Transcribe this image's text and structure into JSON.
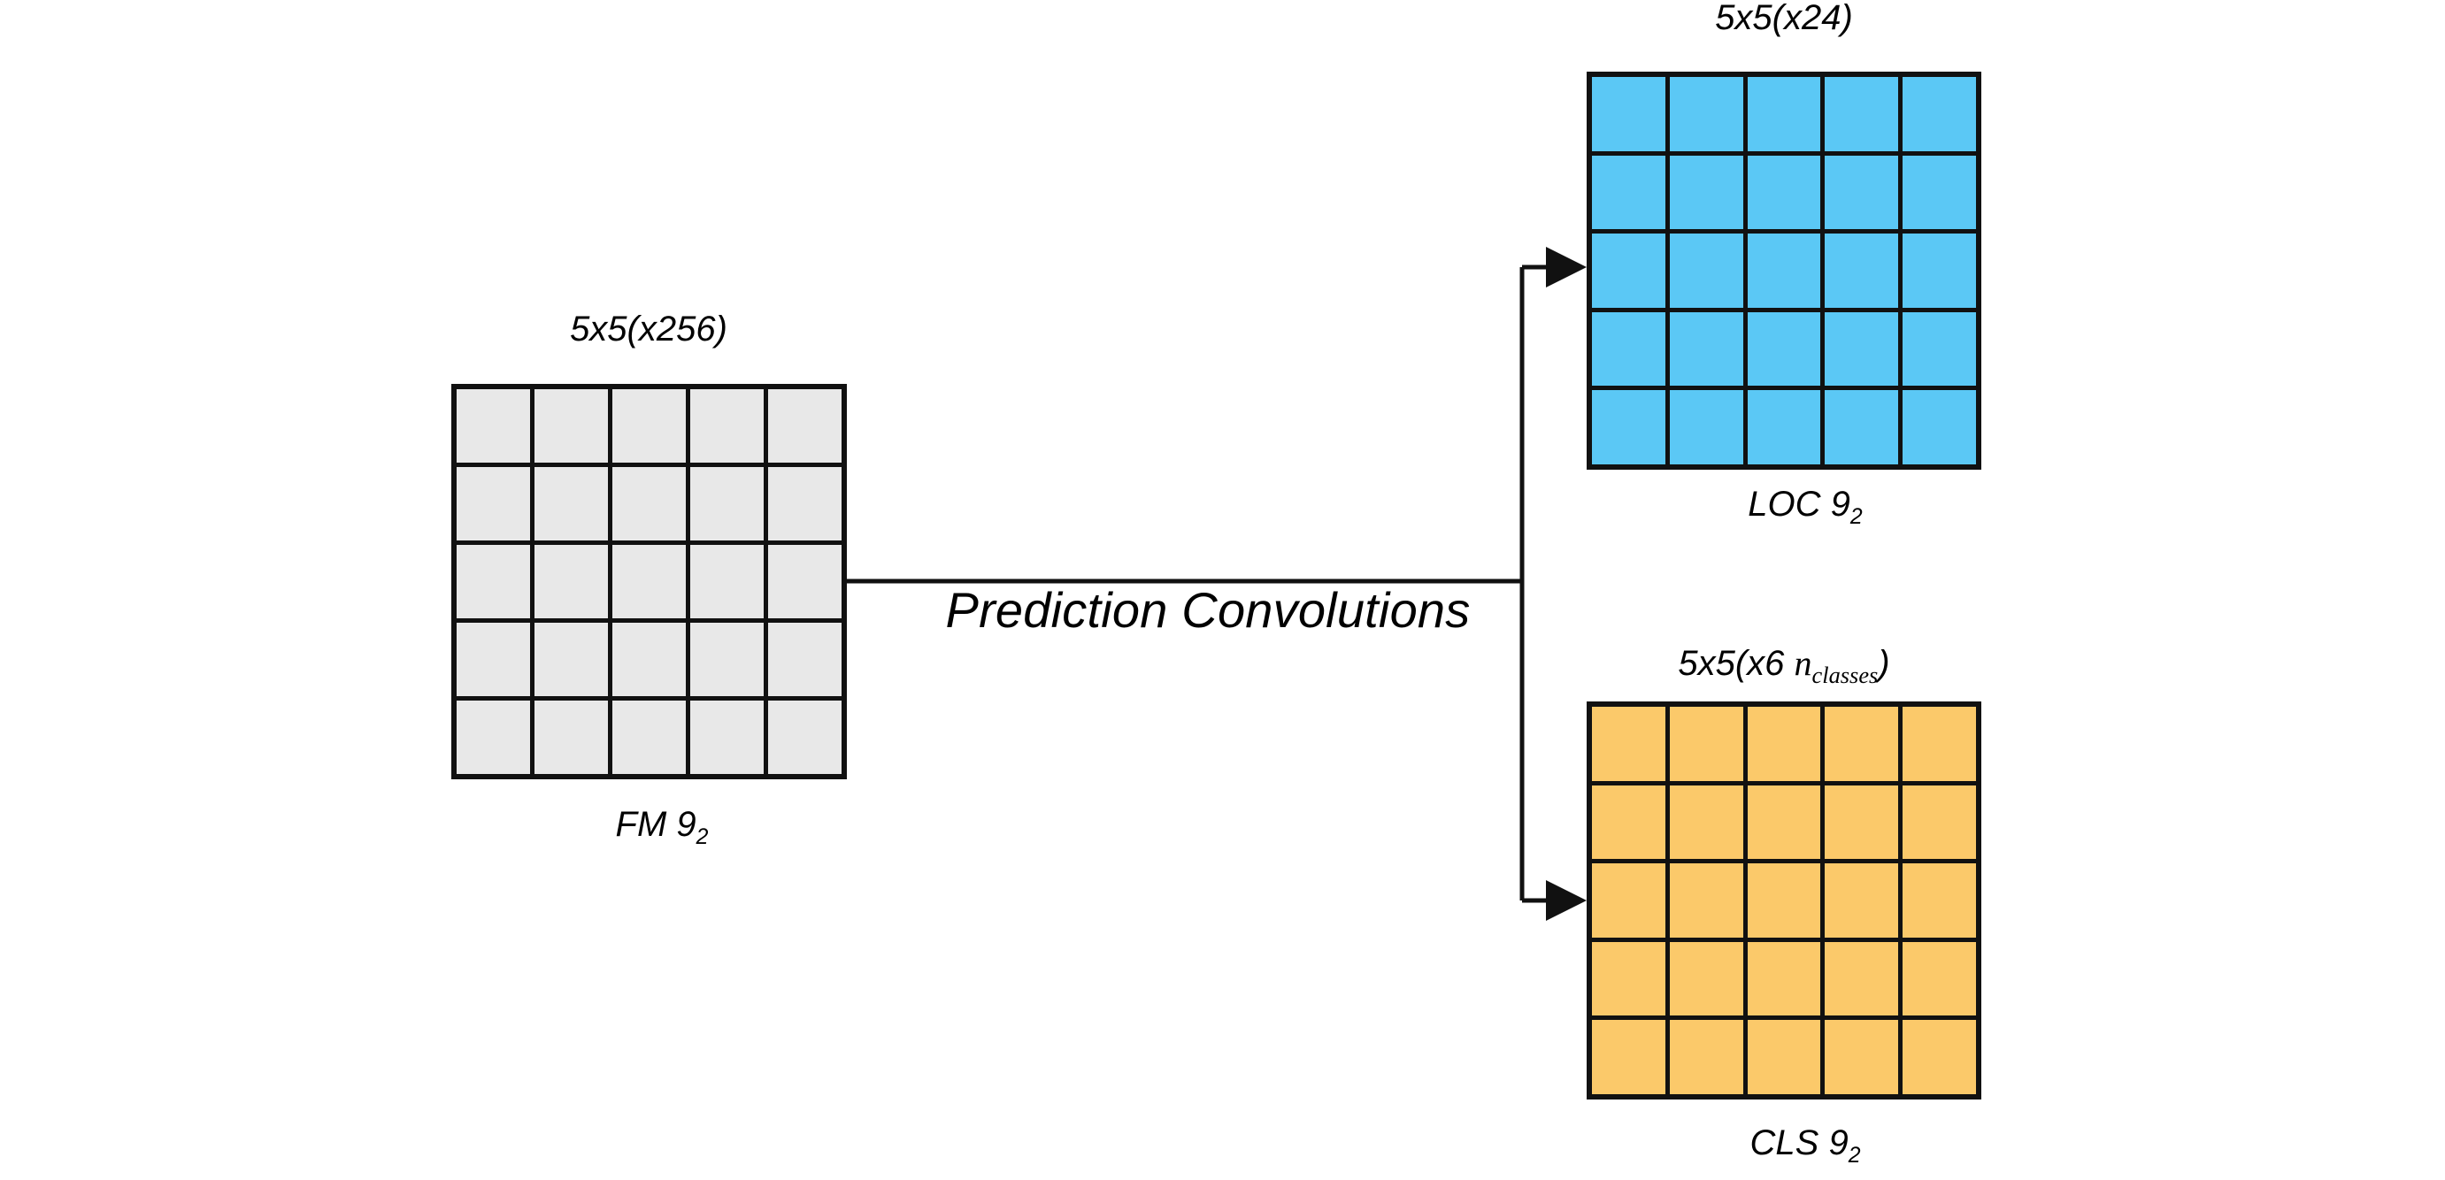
{
  "diagram": {
    "title": "Prediction Convolutions",
    "connector_label": "Prediction Convolutions",
    "background_color": "#ffffff",
    "line_color": "#111111"
  },
  "feature_map": {
    "name": "FM",
    "top_label": "5x5(x256)",
    "bottom_label_prefix": "FM 9",
    "bottom_label_subscript": "2",
    "rows": 5,
    "columns": 5,
    "cell_count": 25,
    "fill_color": "#e8e8e8",
    "channels": "256",
    "spatial_size": "5x5"
  },
  "localization_map": {
    "name": "LOC",
    "top_label": "5x5(x24)",
    "bottom_label_prefix": "LOC 9",
    "bottom_label_subscript": "2",
    "rows": 5,
    "columns": 5,
    "cell_count": 25,
    "fill_color": "#5bc8f5",
    "channels": "24",
    "spatial_size": "5x5"
  },
  "classification_map": {
    "name": "CLS",
    "top_label_prefix": "5x5(x6 ",
    "top_label_variable": "n",
    "top_label_subscript": "classes",
    "top_label_suffix": ")",
    "bottom_label_prefix": "CLS 9",
    "bottom_label_subscript": "2",
    "rows": 5,
    "columns": 5,
    "cell_count": 25,
    "fill_color": "#fbc96a",
    "channels": "6 n_classes",
    "spatial_size": "5x5"
  }
}
